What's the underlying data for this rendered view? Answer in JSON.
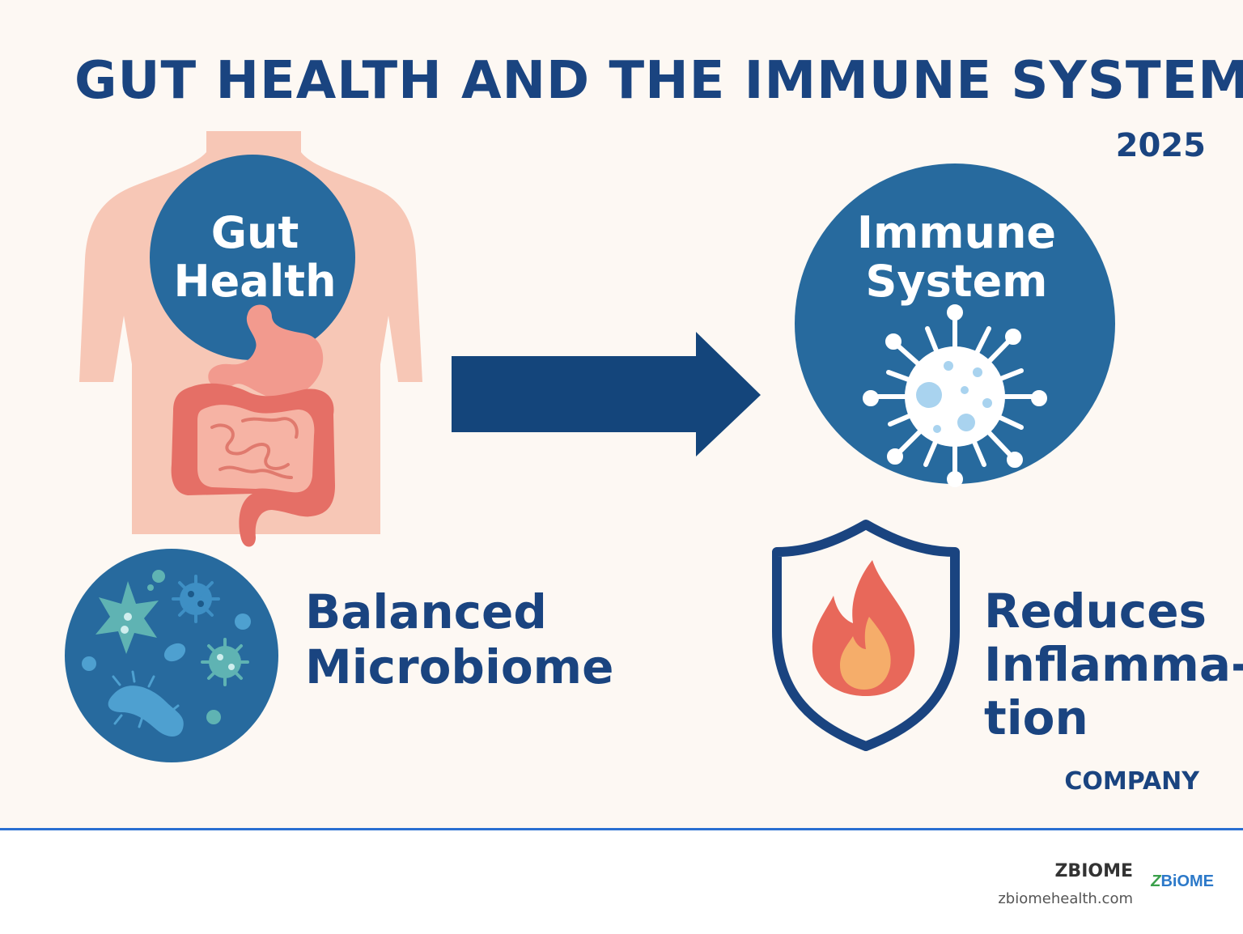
{
  "title": "GUT HEALTH AND THE IMMUNE SYSTEM",
  "year": "2025",
  "nodes": {
    "gut": {
      "line1": "Gut",
      "line2": "Health"
    },
    "immune": {
      "line1": "Immune",
      "line2": "System"
    },
    "microbiome": {
      "line1": "Balanced",
      "line2": "Microbiome"
    },
    "inflammation": {
      "line1": "Reduces",
      "line2": "Inflamma-",
      "line3": "tion"
    }
  },
  "company": "COMPANY",
  "footer": {
    "brand": "ZBIOME",
    "url": "zbiomehealth.com",
    "logo_z": "Z",
    "logo_rest": "BiOME"
  },
  "colors": {
    "navy": "#1a4480",
    "circle_blue": "#276a9e",
    "skin": "#f7c7b6",
    "intestine": "#e56f66",
    "flame": "#e8685a",
    "flame_inner": "#f5ad6a",
    "accent_line": "#2a6fd1"
  },
  "icons": [
    "body-torso-icon",
    "stomach-icon",
    "intestine-icon",
    "arrow-right-icon",
    "virus-icon",
    "microbe-icon",
    "shield-icon",
    "flame-icon"
  ]
}
